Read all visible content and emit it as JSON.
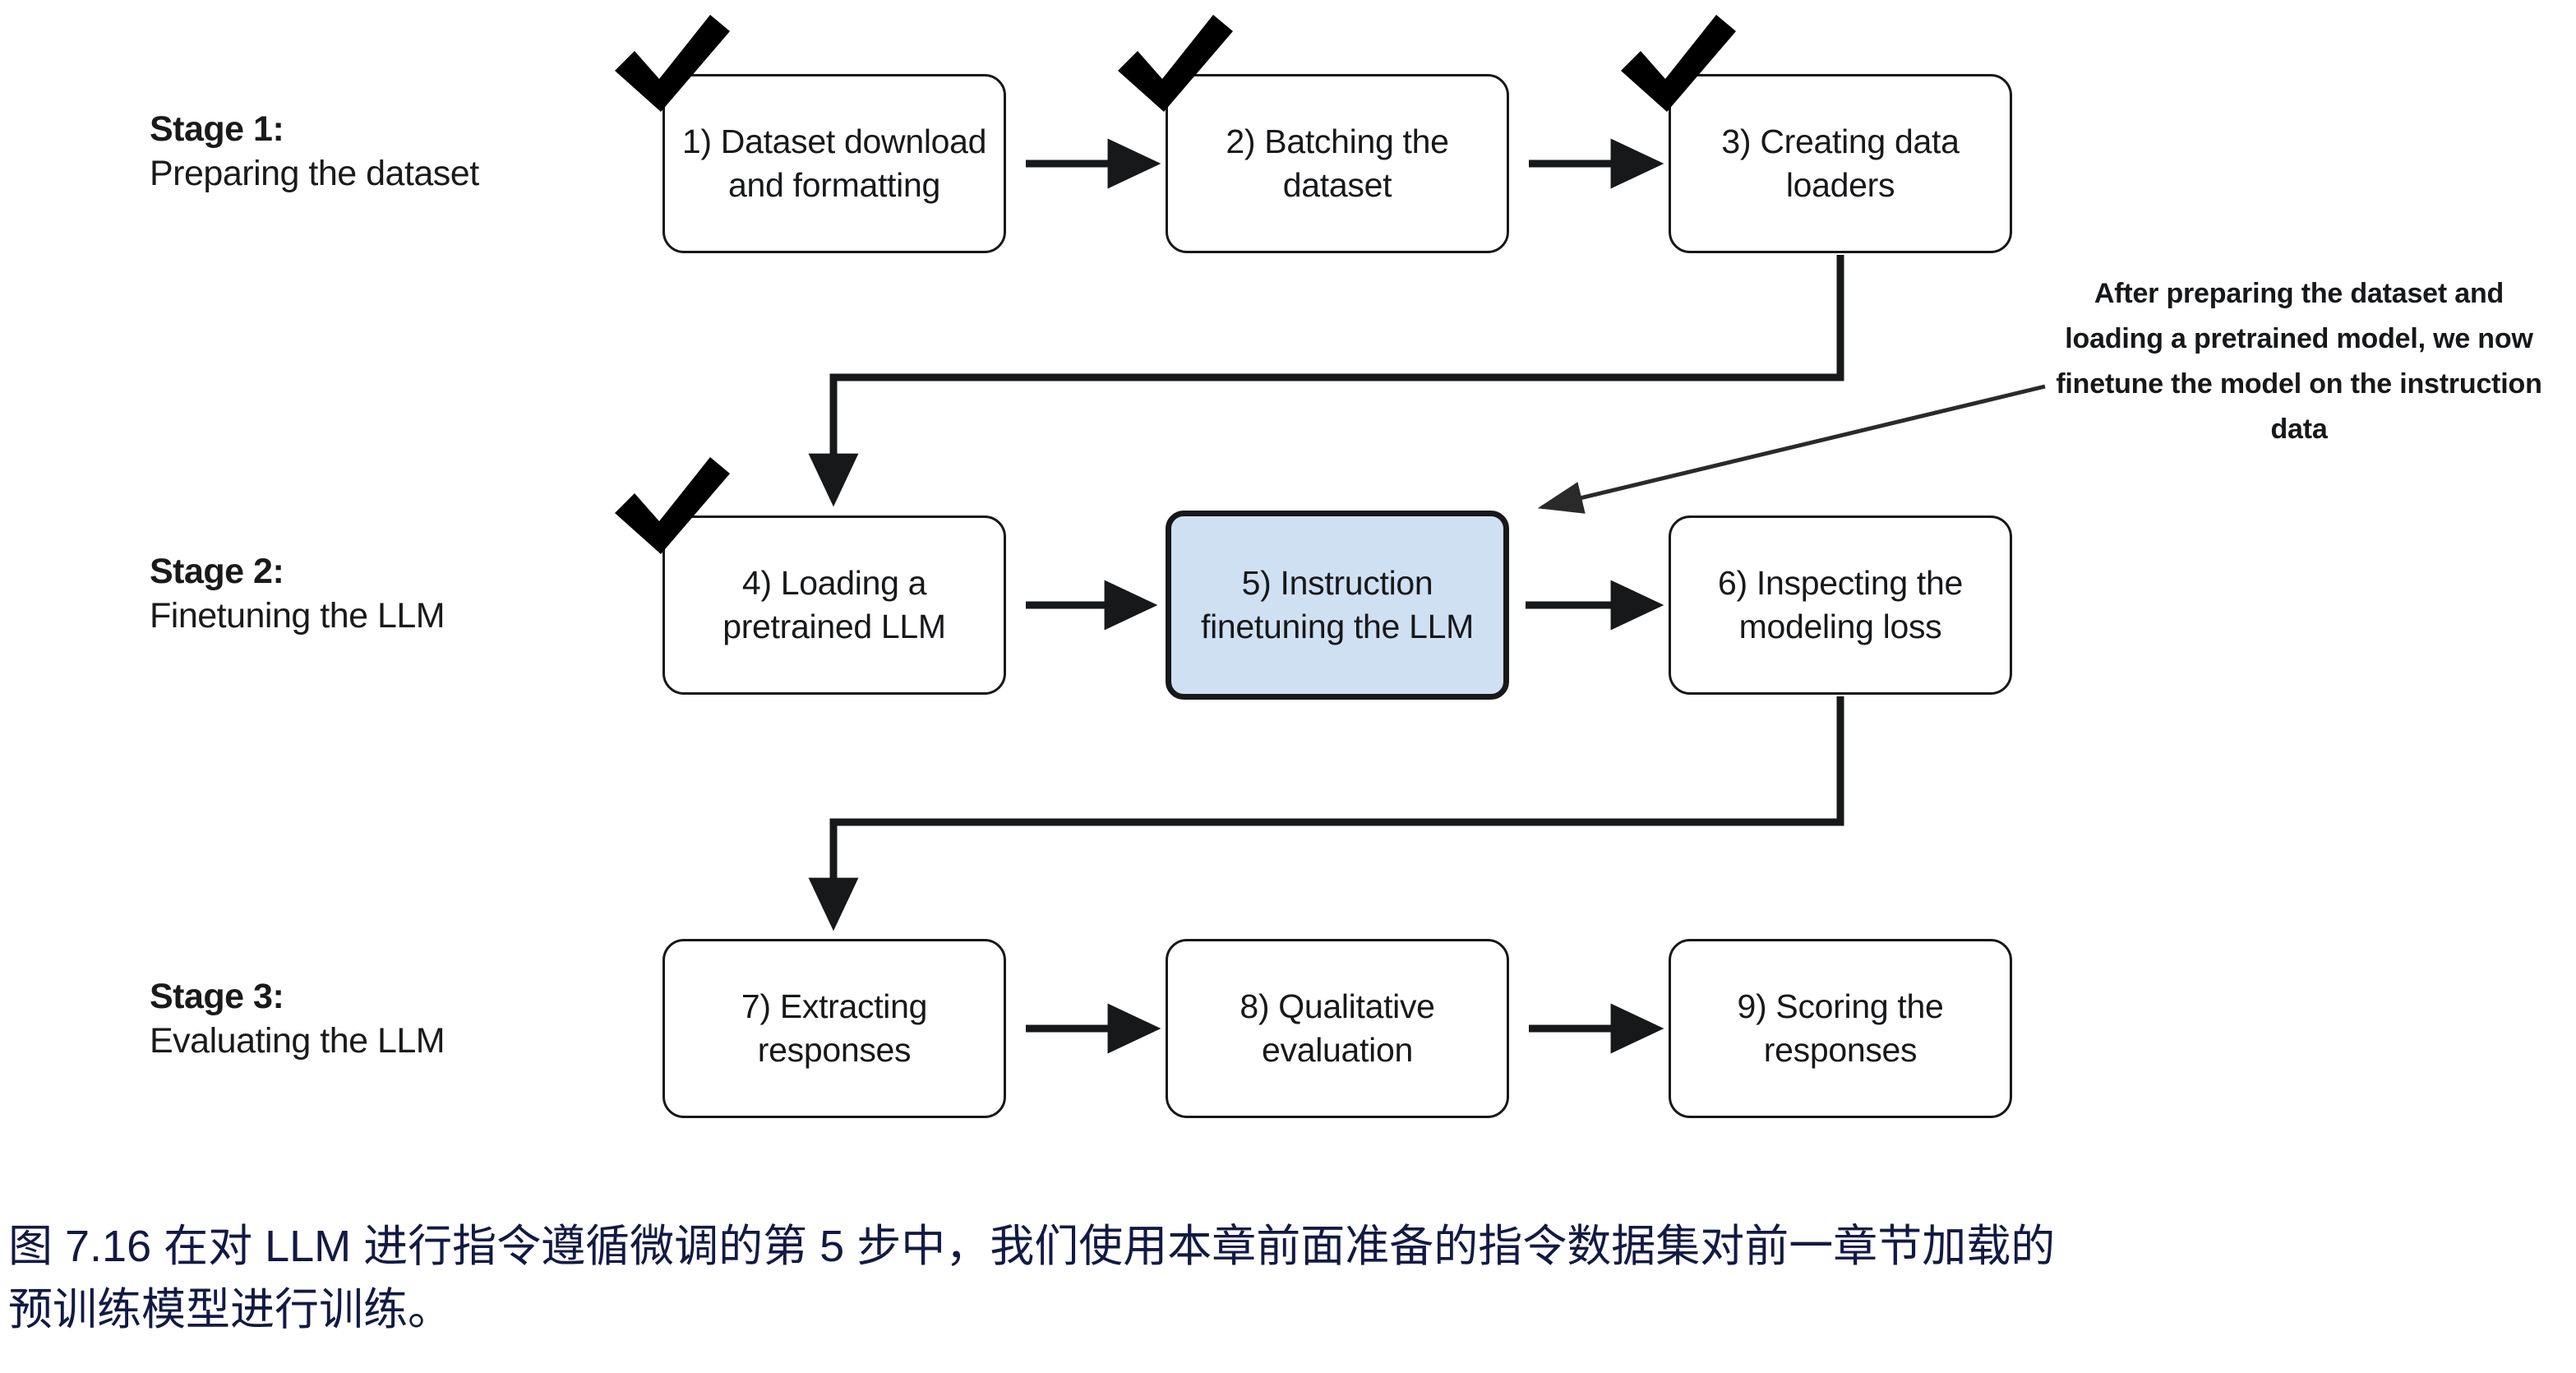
{
  "figure": {
    "stages": [
      {
        "title": "Stage 1:",
        "subtitle": "Preparing the dataset"
      },
      {
        "title": "Stage 2:",
        "subtitle": "Finetuning the LLM"
      },
      {
        "title": "Stage 3:",
        "subtitle": "Evaluating the LLM"
      }
    ],
    "nodes": [
      {
        "id": 1,
        "label": "1) Dataset download and formatting",
        "completed": true,
        "highlighted": false
      },
      {
        "id": 2,
        "label": "2) Batching the dataset",
        "completed": true,
        "highlighted": false
      },
      {
        "id": 3,
        "label": "3) Creating data loaders",
        "completed": true,
        "highlighted": false
      },
      {
        "id": 4,
        "label": "4) Loading a pretrained LLM",
        "completed": true,
        "highlighted": false
      },
      {
        "id": 5,
        "label": "5) Instruction finetuning the LLM",
        "completed": false,
        "highlighted": true
      },
      {
        "id": 6,
        "label": "6) Inspecting the modeling loss",
        "completed": false,
        "highlighted": false
      },
      {
        "id": 7,
        "label": "7) Extracting responses",
        "completed": false,
        "highlighted": false
      },
      {
        "id": 8,
        "label": "8) Qualitative evaluation",
        "completed": false,
        "highlighted": false
      },
      {
        "id": 9,
        "label": "9) Scoring the responses",
        "completed": false,
        "highlighted": false
      }
    ],
    "checkmark_glyph": "✔",
    "annotation": "After preparing the dataset and loading a pretrained model, we now finetune the model on the instruction data",
    "caption": {
      "line1": "图 7.16 在对 LLM 进行指令遵循微调的第 5 步中，我们使用本章前面准备的指令数据集对前一章节加载的",
      "line2": "预训练模型进行训练。"
    },
    "colors": {
      "highlight_fill": "#cfe0f3",
      "stroke": "#17181a",
      "caption_text": "#121a44",
      "background": "#ffffff"
    }
  }
}
